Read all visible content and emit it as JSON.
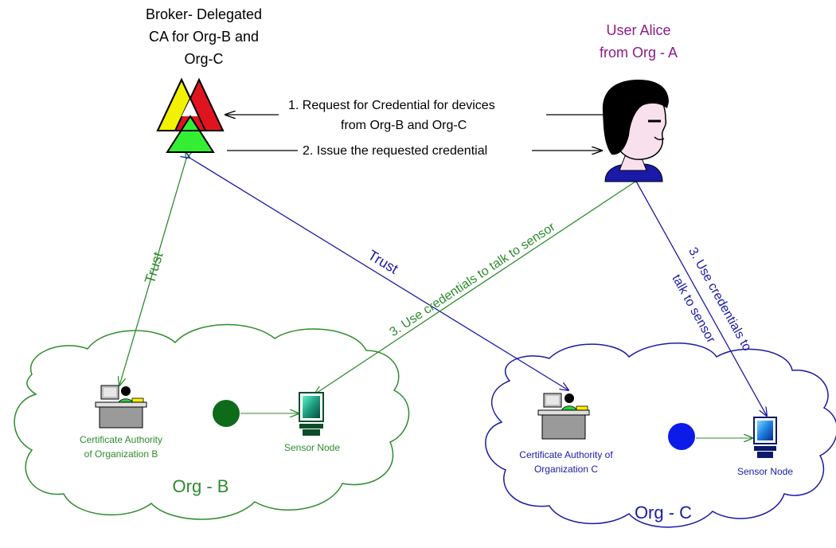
{
  "broker": {
    "title_lines": [
      "Broker- Delegated",
      "CA for Org-B and",
      "Org-C"
    ]
  },
  "user": {
    "title_lines": [
      "User Alice",
      "from Org - A"
    ]
  },
  "messages": {
    "request_line1": "1. Request for Credential for devices",
    "request_line2": "from Org-B and Org-C",
    "issue": "2. Issue the requested credential"
  },
  "links": {
    "trust_b": "Trust",
    "trust_c": "Trust",
    "use_b": "3. Use credentials to talk to sensor",
    "use_c_line1": "3. Use credentials to",
    "use_c_line2": "talk to sensor"
  },
  "org_b": {
    "name": "Org - B",
    "ca_label_lines": [
      "Certificate Authority",
      "of Organization B"
    ],
    "sensor_label": "Sensor Node"
  },
  "org_c": {
    "name": "Org - C",
    "ca_label_lines": [
      "Certificate Authority of",
      "Organization C"
    ],
    "sensor_label": "Sensor Node"
  },
  "colors": {
    "green": "#2e8b2e",
    "blue": "#1a1aa8",
    "purple": "#8a1c8a",
    "triangle_yellow": "#f2f200",
    "triangle_red": "#e0141e",
    "triangle_green": "#33ee33"
  }
}
